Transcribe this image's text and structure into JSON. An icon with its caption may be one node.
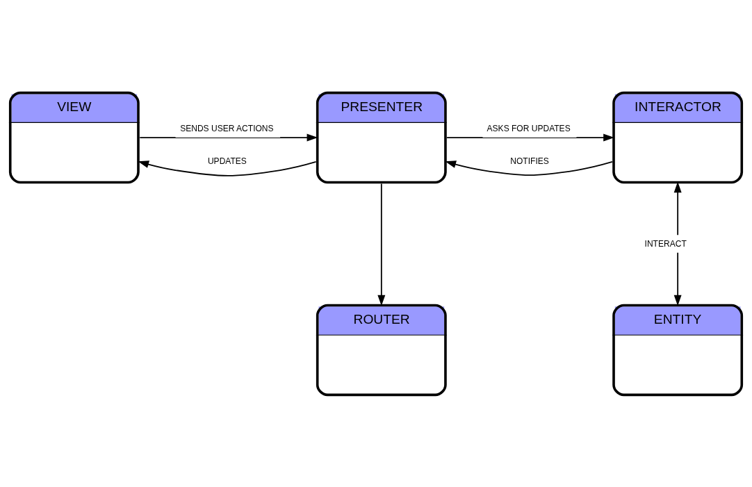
{
  "diagram": {
    "nodes": [
      {
        "text": [
          "ROUTER"
        ]
      },
      {
        "text": [
          "VIEW"
        ]
      },
      {
        "text": [
          "PRESENTER"
        ]
      },
      {
        "text": [
          "INTERACTOR"
        ]
      },
      {
        "text": [
          "ENTITY"
        ]
      }
    ],
    "edges": [
      {
        "from": 2,
        "to": 0,
        "arrow": "to"
      },
      {
        "from": 1,
        "to": 2,
        "arrow": "to",
        "label": "SENDS USER ACTIONS"
      },
      {
        "from": 2,
        "to": 3,
        "arrow": "to",
        "label": "ASKS FOR UPDATES"
      },
      {
        "from": 2,
        "to": 1,
        "arrow": "to",
        "label": "UPDATES"
      },
      {
        "from": 3,
        "to": 2,
        "arrow": "to",
        "label": "NOTIFIES"
      },
      {
        "from": 3,
        "to": 4,
        "arrow": "both",
        "label": "INTERACT"
      }
    ]
  }
}
